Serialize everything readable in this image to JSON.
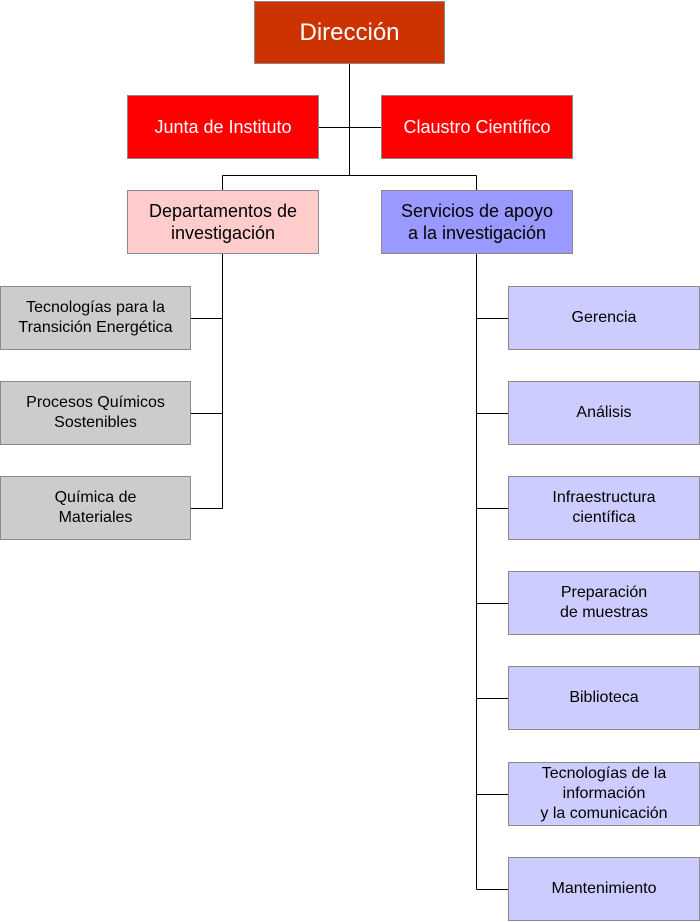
{
  "root": {
    "label": "Dirección",
    "color": "#cc3300"
  },
  "councils": [
    {
      "label": "Junta de Instituto",
      "color": "#ff0000"
    },
    {
      "label": "Claustro Científico",
      "color": "#ff0000"
    }
  ],
  "branches": {
    "departments": {
      "label": "Departamentos de\ninvestigación",
      "color": "#ffcccc",
      "items": [
        {
          "label": "Tecnologías para la\nTransición Energética"
        },
        {
          "label": "Procesos Químicos\nSostenibles"
        },
        {
          "label": "Química de\nMateriales"
        }
      ]
    },
    "services": {
      "label": "Servicios de apoyo\na la investigación",
      "color": "#9999ff",
      "items": [
        {
          "label": "Gerencia"
        },
        {
          "label": "Análisis"
        },
        {
          "label": "Infraestructura\ncientífica"
        },
        {
          "label": "Preparación\nde muestras"
        },
        {
          "label": "Biblioteca"
        },
        {
          "label": "Tecnologías de la\ninformación\ny la comunicación"
        },
        {
          "label": "Mantenimiento"
        }
      ]
    }
  }
}
